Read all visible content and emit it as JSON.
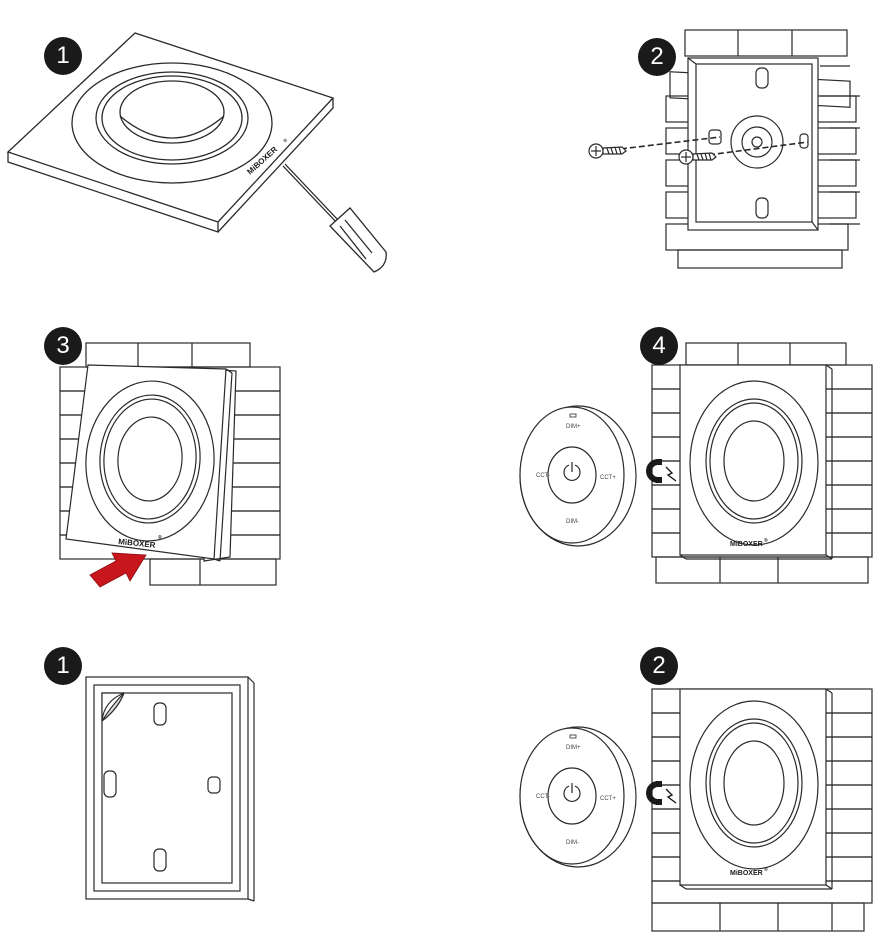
{
  "brand": "MiBOXER",
  "registered_mark": "®",
  "remote": {
    "dim_plus": "DIM+",
    "dim_minus": "DIM-",
    "cct_minus": "CCT-",
    "cct_plus": "CCT+"
  },
  "colors": {
    "line": "#2a2a2a",
    "badge": "#1a1a1a",
    "arrow": "#c8161d",
    "paper": "#ffffff"
  },
  "steps": [
    {
      "number": "1",
      "icon": "screwdriver-icon"
    },
    {
      "number": "2",
      "icon": "screw-icon"
    },
    {
      "number": "3",
      "icon": "push-arrow-icon"
    },
    {
      "number": "4",
      "icon": "magnet-icon"
    },
    {
      "number": "1",
      "icon": "adhesive-sticker-icon"
    },
    {
      "number": "2",
      "icon": "magnet-icon"
    }
  ]
}
